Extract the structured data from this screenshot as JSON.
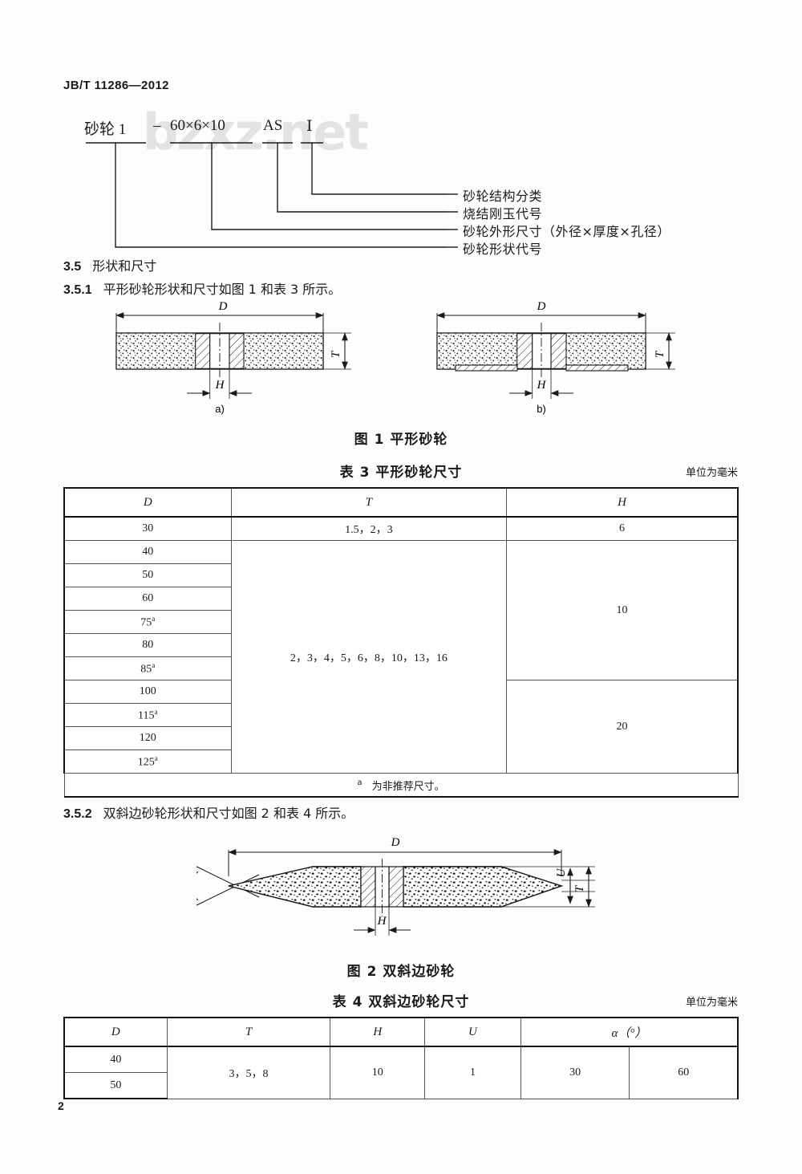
{
  "document": {
    "standard_no": "JB/T 11286—2012",
    "page_number": "2",
    "watermark": "bzxz.net"
  },
  "designation": {
    "code_parts": [
      "砂轮 1",
      "–",
      "60×6×10",
      "AS",
      "Ⅰ"
    ],
    "callouts": [
      "砂轮结构分类",
      "烧结刚玉代号",
      "砂轮外形尺寸（外径×厚度×孔径）",
      "砂轮形状代号"
    ]
  },
  "clauses": [
    {
      "num": "3.5",
      "text": "形状和尺寸"
    },
    {
      "num": "3.5.1",
      "text": "平形砂轮形状和尺寸如图 1 和表 3 所示。"
    },
    {
      "num": "3.5.2",
      "text": "双斜边砂轮形状和尺寸如图 2 和表 4 所示。"
    }
  ],
  "figure1": {
    "caption": "图 1   平形砂轮",
    "sub_a": "a)",
    "sub_b": "b)",
    "dim_labels": {
      "d": "D",
      "t": "T",
      "h": "H"
    }
  },
  "figure2": {
    "caption": "图 2   双斜边砂轮",
    "dim_labels": {
      "d": "D",
      "t": "T",
      "h": "H",
      "u": "U",
      "alpha": "α"
    }
  },
  "table3": {
    "caption": "表 3   平形砂轮尺寸",
    "units": "单位为毫米",
    "headers": [
      "D",
      "T",
      "H"
    ],
    "d_values": [
      "30",
      "40",
      "50",
      "60",
      "75",
      "80",
      "85",
      "100",
      "115",
      "120",
      "125"
    ],
    "d_footnote_flags": [
      false,
      false,
      false,
      false,
      true,
      false,
      true,
      false,
      true,
      false,
      true
    ],
    "t_groups": [
      {
        "value": "1.5，2，3",
        "rows": 1
      },
      {
        "value": "2，3，4，5，6，8，10，13，16",
        "rows": 10
      }
    ],
    "h_groups": [
      {
        "value": "6",
        "rows": 1
      },
      {
        "value": "10",
        "rows": 6
      },
      {
        "value": "20",
        "rows": 4
      }
    ],
    "footnote_marker": "a",
    "footnote_text": "为非推荐尺寸。"
  },
  "table4": {
    "caption": "表 4   双斜边砂轮尺寸",
    "units": "单位为毫米",
    "headers": [
      "D",
      "T",
      "H",
      "U",
      "α（°）"
    ],
    "d_values": [
      "40",
      "50"
    ],
    "t_value": "3，5，8",
    "h_value": "10",
    "u_value": "1",
    "alpha_values": [
      "30",
      "60"
    ]
  }
}
